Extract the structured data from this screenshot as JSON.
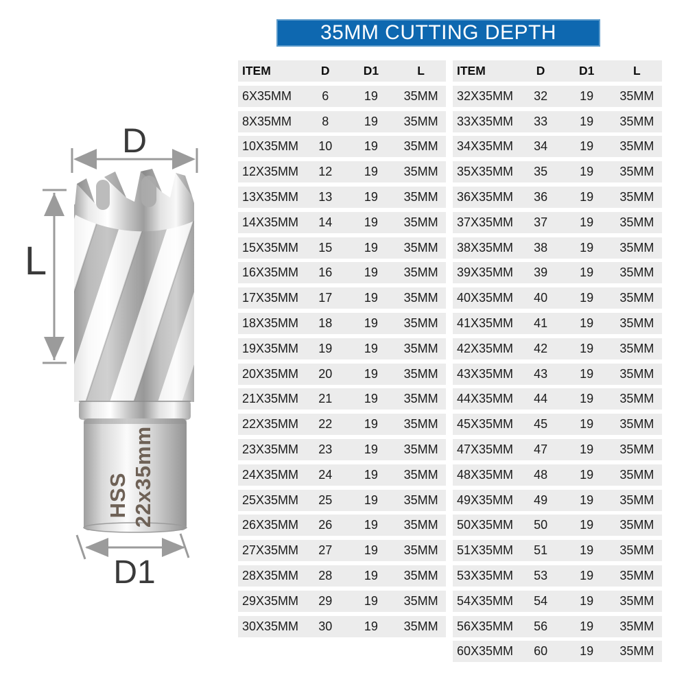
{
  "banner": {
    "title": "35MM CUTTING DEPTH",
    "bg_color": "#0e68b0"
  },
  "diagram": {
    "dim_top_label": "D",
    "dim_left_label": "L",
    "dim_bottom_label": "D1",
    "shank_marking_line1": "HSS",
    "shank_marking_line2": "22x35mm",
    "arrow_color": "#9b9b9b",
    "label_color": "#3a3a3a",
    "marking_color": "#6e6156"
  },
  "tables": [
    {
      "headers": [
        "ITEM",
        "D",
        "D1",
        "L"
      ],
      "rows": [
        [
          "6X35MM",
          "6",
          "19",
          "35MM"
        ],
        [
          "8X35MM",
          "8",
          "19",
          "35MM"
        ],
        [
          "10X35MM",
          "10",
          "19",
          "35MM"
        ],
        [
          "12X35MM",
          "12",
          "19",
          "35MM"
        ],
        [
          "13X35MM",
          "13",
          "19",
          "35MM"
        ],
        [
          "14X35MM",
          "14",
          "19",
          "35MM"
        ],
        [
          "15X35MM",
          "15",
          "19",
          "35MM"
        ],
        [
          "16X35MM",
          "16",
          "19",
          "35MM"
        ],
        [
          "17X35MM",
          "17",
          "19",
          "35MM"
        ],
        [
          "18X35MM",
          "18",
          "19",
          "35MM"
        ],
        [
          "19X35MM",
          "19",
          "19",
          "35MM"
        ],
        [
          "20X35MM",
          "20",
          "19",
          "35MM"
        ],
        [
          "21X35MM",
          "21",
          "19",
          "35MM"
        ],
        [
          "22X35MM",
          "22",
          "19",
          "35MM"
        ],
        [
          "23X35MM",
          "23",
          "19",
          "35MM"
        ],
        [
          "24X35MM",
          "24",
          "19",
          "35MM"
        ],
        [
          "25X35MM",
          "25",
          "19",
          "35MM"
        ],
        [
          "26X35MM",
          "26",
          "19",
          "35MM"
        ],
        [
          "27X35MM",
          "27",
          "19",
          "35MM"
        ],
        [
          "28X35MM",
          "28",
          "19",
          "35MM"
        ],
        [
          "29X35MM",
          "29",
          "19",
          "35MM"
        ],
        [
          "30X35MM",
          "30",
          "19",
          "35MM"
        ]
      ]
    },
    {
      "headers": [
        "ITEM",
        "D",
        "D1",
        "L"
      ],
      "rows": [
        [
          "32X35MM",
          "32",
          "19",
          "35MM"
        ],
        [
          "33X35MM",
          "33",
          "19",
          "35MM"
        ],
        [
          "34X35MM",
          "34",
          "19",
          "35MM"
        ],
        [
          "35X35MM",
          "35",
          "19",
          "35MM"
        ],
        [
          "36X35MM",
          "36",
          "19",
          "35MM"
        ],
        [
          "37X35MM",
          "37",
          "19",
          "35MM"
        ],
        [
          "38X35MM",
          "38",
          "19",
          "35MM"
        ],
        [
          "39X35MM",
          "39",
          "19",
          "35MM"
        ],
        [
          "40X35MM",
          "40",
          "19",
          "35MM"
        ],
        [
          "41X35MM",
          "41",
          "19",
          "35MM"
        ],
        [
          "42X35MM",
          "42",
          "19",
          "35MM"
        ],
        [
          "43X35MM",
          "43",
          "19",
          "35MM"
        ],
        [
          "44X35MM",
          "44",
          "19",
          "35MM"
        ],
        [
          "45X35MM",
          "45",
          "19",
          "35MM"
        ],
        [
          "47X35MM",
          "47",
          "19",
          "35MM"
        ],
        [
          "48X35MM",
          "48",
          "19",
          "35MM"
        ],
        [
          "49X35MM",
          "49",
          "19",
          "35MM"
        ],
        [
          "50X35MM",
          "50",
          "19",
          "35MM"
        ],
        [
          "51X35MM",
          "51",
          "19",
          "35MM"
        ],
        [
          "53X35MM",
          "53",
          "19",
          "35MM"
        ],
        [
          "54X35MM",
          "54",
          "19",
          "35MM"
        ],
        [
          "56X35MM",
          "56",
          "19",
          "35MM"
        ],
        [
          "60X35MM",
          "60",
          "19",
          "35MM"
        ]
      ]
    }
  ]
}
